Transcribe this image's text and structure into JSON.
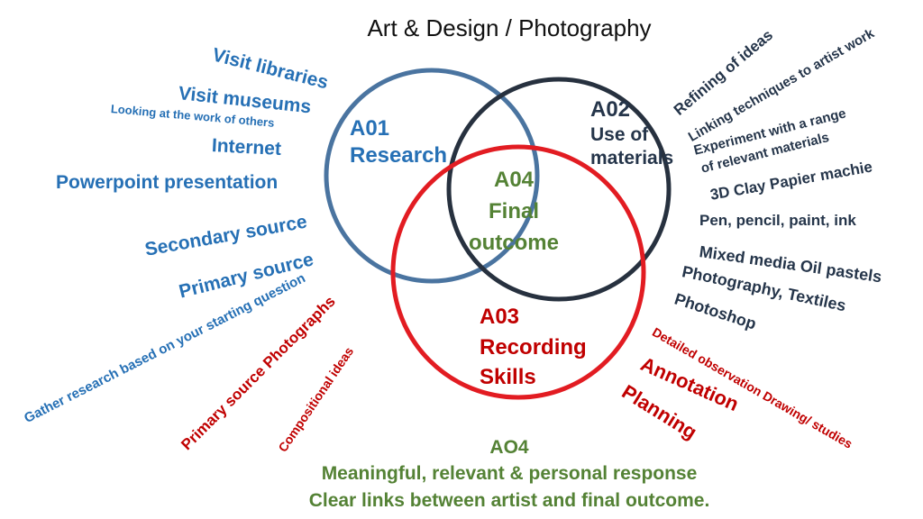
{
  "title": "Art & Design / Photography",
  "colors": {
    "ao1": "#4a74a0",
    "ao2": "#27313f",
    "ao3": "#e21c22",
    "text_blue": "#2670b5",
    "text_navy": "#25354a",
    "text_red": "#c00000",
    "text_green": "#548235"
  },
  "circles": {
    "ao1": {
      "code": "A01",
      "label": "Research"
    },
    "ao2": {
      "code": "A02",
      "label_line1": "Use of",
      "label_line2": "materials"
    },
    "ao3": {
      "code": "A03",
      "label_line1": "Recording",
      "label_line2": "Skills"
    },
    "ao4": {
      "code": "A04",
      "label_line1": "Final",
      "label_line2": "outcome"
    }
  },
  "left_terms": [
    "Visit libraries",
    "Visit museums",
    "Looking at the work of others",
    "Internet",
    "Powerpoint presentation",
    "Secondary source",
    "Primary source",
    "Gather research based on your starting question"
  ],
  "right_terms": [
    "Refining of ideas",
    "Linking techniques to artist work",
    "Experiment with a range",
    "of relevant materials",
    "3D Clay Papier machie",
    "Pen, pencil, paint, ink",
    "Mixed media Oil pastels",
    "Photography, Textiles",
    "Photoshop"
  ],
  "recording_terms": [
    "Primary source Photographs",
    "Compositional ideas",
    "Detailed observation Drawing/ studies",
    "Annotation",
    "Planning"
  ],
  "bottom": {
    "heading": "AO4",
    "line1": "Meaningful, relevant & personal response",
    "line2": "Clear links between artist and final outcome."
  }
}
